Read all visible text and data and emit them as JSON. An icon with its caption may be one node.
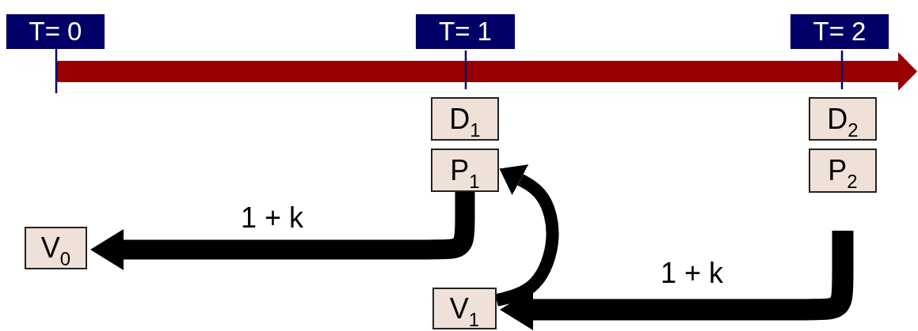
{
  "diagram": {
    "nodes": [
      {
        "text": [
          "T= 0"
        ]
      },
      {
        "text": [
          "T= 1"
        ]
      },
      {
        "text": [
          "T= 2"
        ]
      },
      {
        "text": [
          "D$_{1}$"
        ]
      },
      {
        "text": [
          "P$_{1}$"
        ]
      },
      {
        "text": [
          "D$_{2}$"
        ]
      },
      {
        "text": [
          "P$_{2}$"
        ]
      },
      {
        "text": [
          "V$_{0}$"
        ]
      },
      {
        "text": [
          "V$_{1}$"
        ]
      }
    ],
    "edges": [
      {
        "from": 4,
        "to": 7,
        "arrow": "to",
        "label": "1 + k"
      },
      {
        "from": 6,
        "to": 8,
        "arrow": "to",
        "label": "1 + k"
      },
      {
        "from": 8,
        "to": 4,
        "arrow": "to"
      }
    ]
  }
}
